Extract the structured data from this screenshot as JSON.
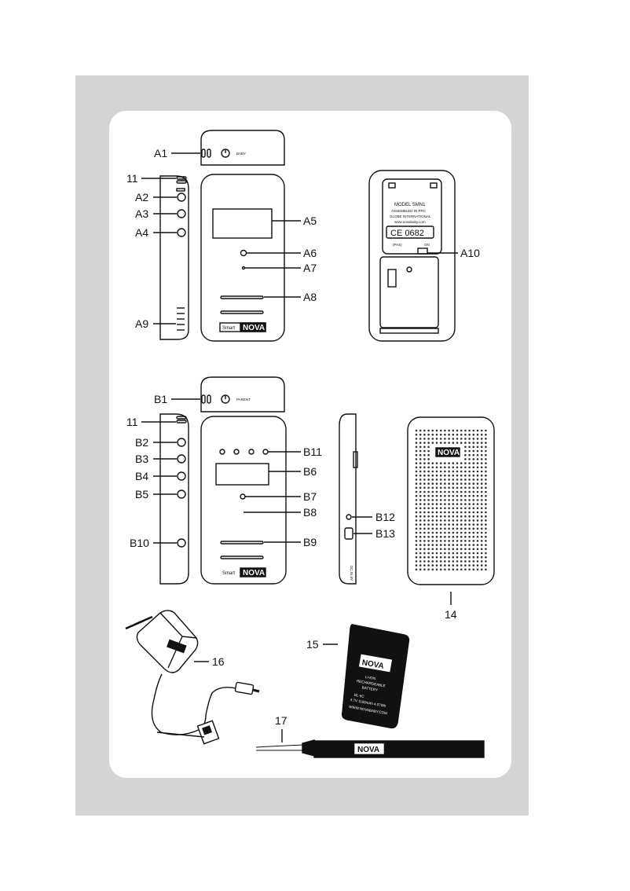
{
  "labels": {
    "a1": "A1",
    "a2": "A2",
    "a3": "A3",
    "a4": "A4",
    "a5": "A5",
    "a6": "A6",
    "a7": "A7",
    "a8": "A8",
    "a9": "A9",
    "a10": "A10",
    "n11a": "11",
    "b1": "B1",
    "b2": "B2",
    "b3": "B3",
    "b4": "B4",
    "b5": "B5",
    "b6": "B6",
    "b7": "B7",
    "b8": "B8",
    "b9": "B9",
    "b10": "B10",
    "b11": "B11",
    "b12": "B12",
    "b13": "B13",
    "n11b": "11",
    "n14": "14",
    "n15": "15",
    "n16": "16",
    "n17": "17"
  },
  "baby_unit": {
    "top_label": "BABY",
    "back_model": "MODEL SMN1",
    "back_assembled": "ASSEMBLED IN PRC",
    "back_company": "GLOBE INTERNATIONAL",
    "back_url": "www.novababy.com",
    "back_ce": "CE 0682",
    "back_switch_left": "(PAS)",
    "back_switch_right": "ON"
  },
  "parent_unit": {
    "top_label": "PARENT",
    "side_label": "DC IN 6V"
  },
  "brand": {
    "smart": "Smart",
    "nova": "NOVA"
  },
  "battery": {
    "brand": "NOVA",
    "line1": "LI-ION",
    "line2": "RECHARGEABLE",
    "line3": "BATTERY",
    "model": "BL-5C",
    "spec": "3.7V 1100mAh 4.07Wh",
    "url": "WWW.NOVABABY.COM"
  },
  "strap": {
    "brand": "NOVA"
  }
}
